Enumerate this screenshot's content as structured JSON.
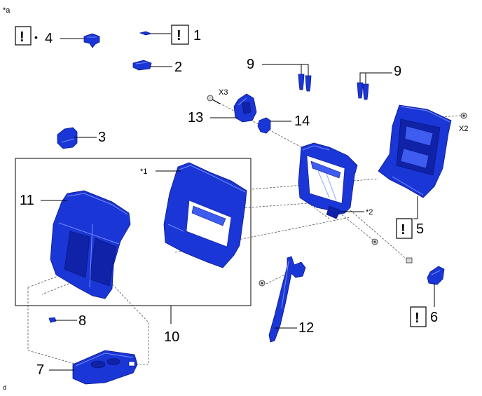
{
  "corner_labels": {
    "top_left": "*a",
    "bottom_left": "d"
  },
  "warning_symbol": "!",
  "bullet": "•",
  "callouts": {
    "p1": "1",
    "p2": "2",
    "p3": "3",
    "p4": "4",
    "p5": "5",
    "p6": "6",
    "p7": "7",
    "p8": "8",
    "p9a": "9",
    "p9b": "9",
    "p10": "10",
    "p11": "11",
    "p12": "12",
    "p13": "13",
    "p14": "14"
  },
  "annotations": {
    "x3": "X3",
    "x2": "X2",
    "star1": "*1",
    "star2": "*2"
  },
  "colors": {
    "part_blue": "#1a36d6",
    "part_outline": "#0a1a8a",
    "line": "#000000",
    "background": "#ffffff"
  }
}
